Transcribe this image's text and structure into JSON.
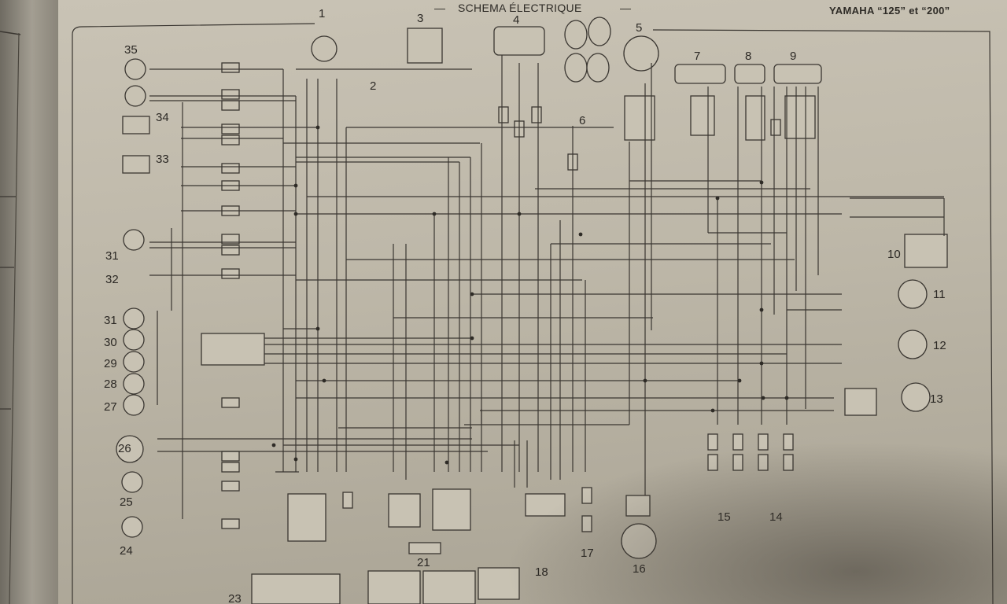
{
  "page": {
    "title": "SCHEMA ÉLECTRIQUE",
    "title_dash": "—",
    "model": "YAMAHA “125” et “200”"
  },
  "colors": {
    "paper": "#c4beaf",
    "ink": "#3a3631",
    "margin": "#8f8a7e"
  },
  "components": {
    "labels": [
      "1",
      "2",
      "3",
      "4",
      "5",
      "6",
      "7",
      "8",
      "9",
      "10",
      "11",
      "12",
      "13",
      "14",
      "15",
      "16",
      "17",
      "18",
      "21",
      "23",
      "24",
      "25",
      "26",
      "27",
      "28",
      "29",
      "30",
      "31",
      "32",
      "31",
      "33",
      "34",
      "35"
    ]
  }
}
